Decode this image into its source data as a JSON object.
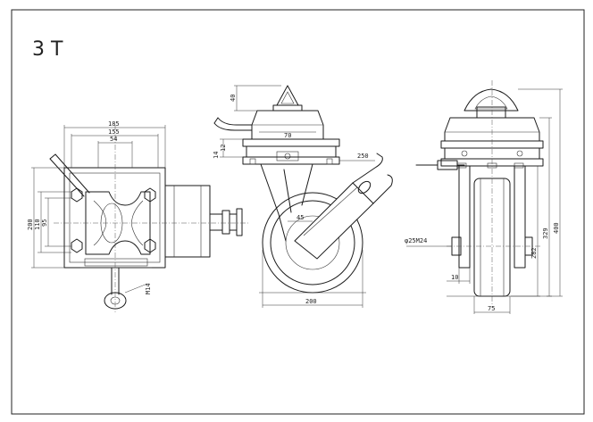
{
  "drawing": {
    "title": "3 T",
    "top_view": {
      "dims": {
        "w185": "185",
        "w155": "155",
        "w54": "54",
        "h200": "200",
        "h110": "110",
        "h95": "95",
        "thread": "M14"
      }
    },
    "side_view": {
      "dims": {
        "h40": "40",
        "h14": "14",
        "h12": "12",
        "w70": "70",
        "r250": "250",
        "a45": "45",
        "w200": "200"
      }
    },
    "front_view": {
      "dims": {
        "axle": "φ25M24",
        "h282": "282",
        "h329": "329",
        "h400": "400",
        "w10": "10",
        "w75": "75"
      }
    }
  }
}
